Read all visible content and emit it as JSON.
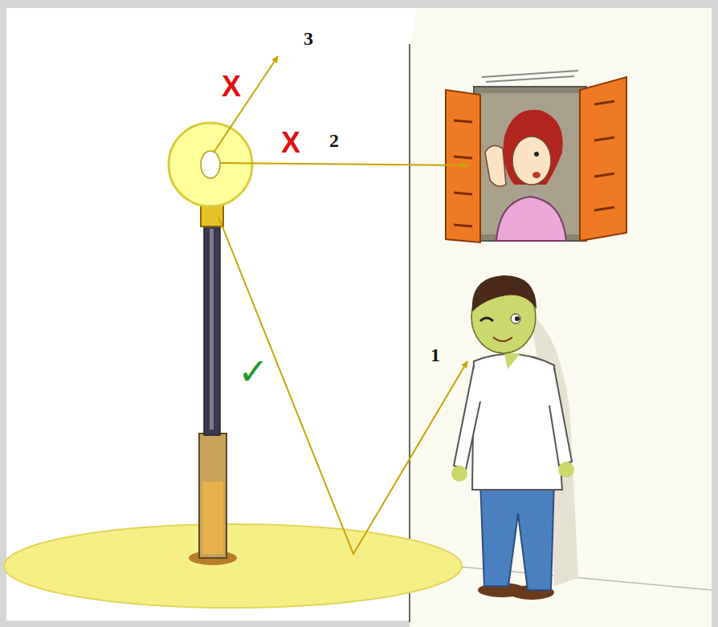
{
  "diagram": {
    "labels": [
      "3",
      "X",
      "2",
      "X",
      "✓",
      "1"
    ]
  }
}
